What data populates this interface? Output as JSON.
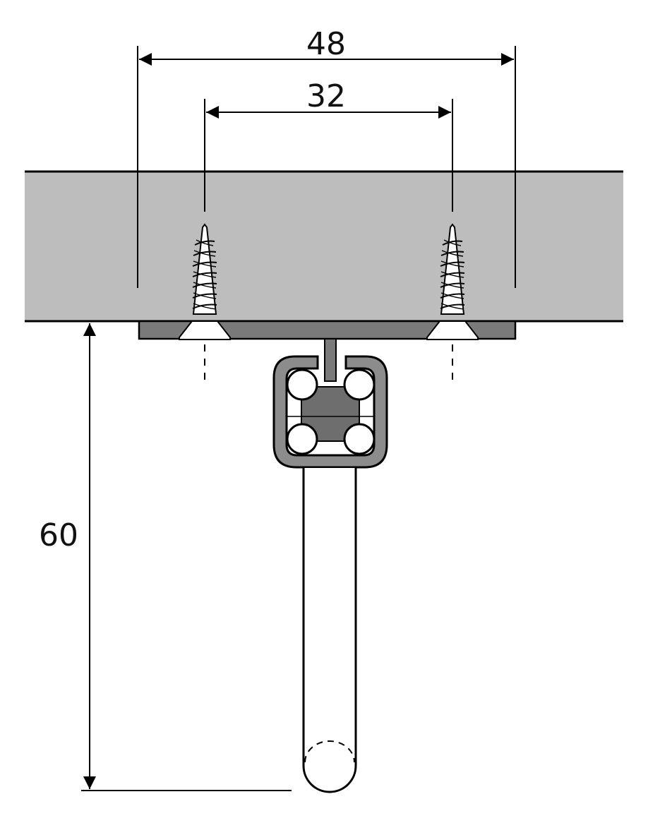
{
  "dimensions": {
    "outer_spacing": "48",
    "inner_spacing": "32",
    "rail_drop": "60"
  },
  "colors": {
    "panel_fill": "#bdbdbd",
    "plate_fill": "#7a7a7a",
    "rail_fill": "#8c8c8c",
    "rail_core": "#6e6e6e",
    "line": "#000000",
    "background": "#ffffff"
  }
}
